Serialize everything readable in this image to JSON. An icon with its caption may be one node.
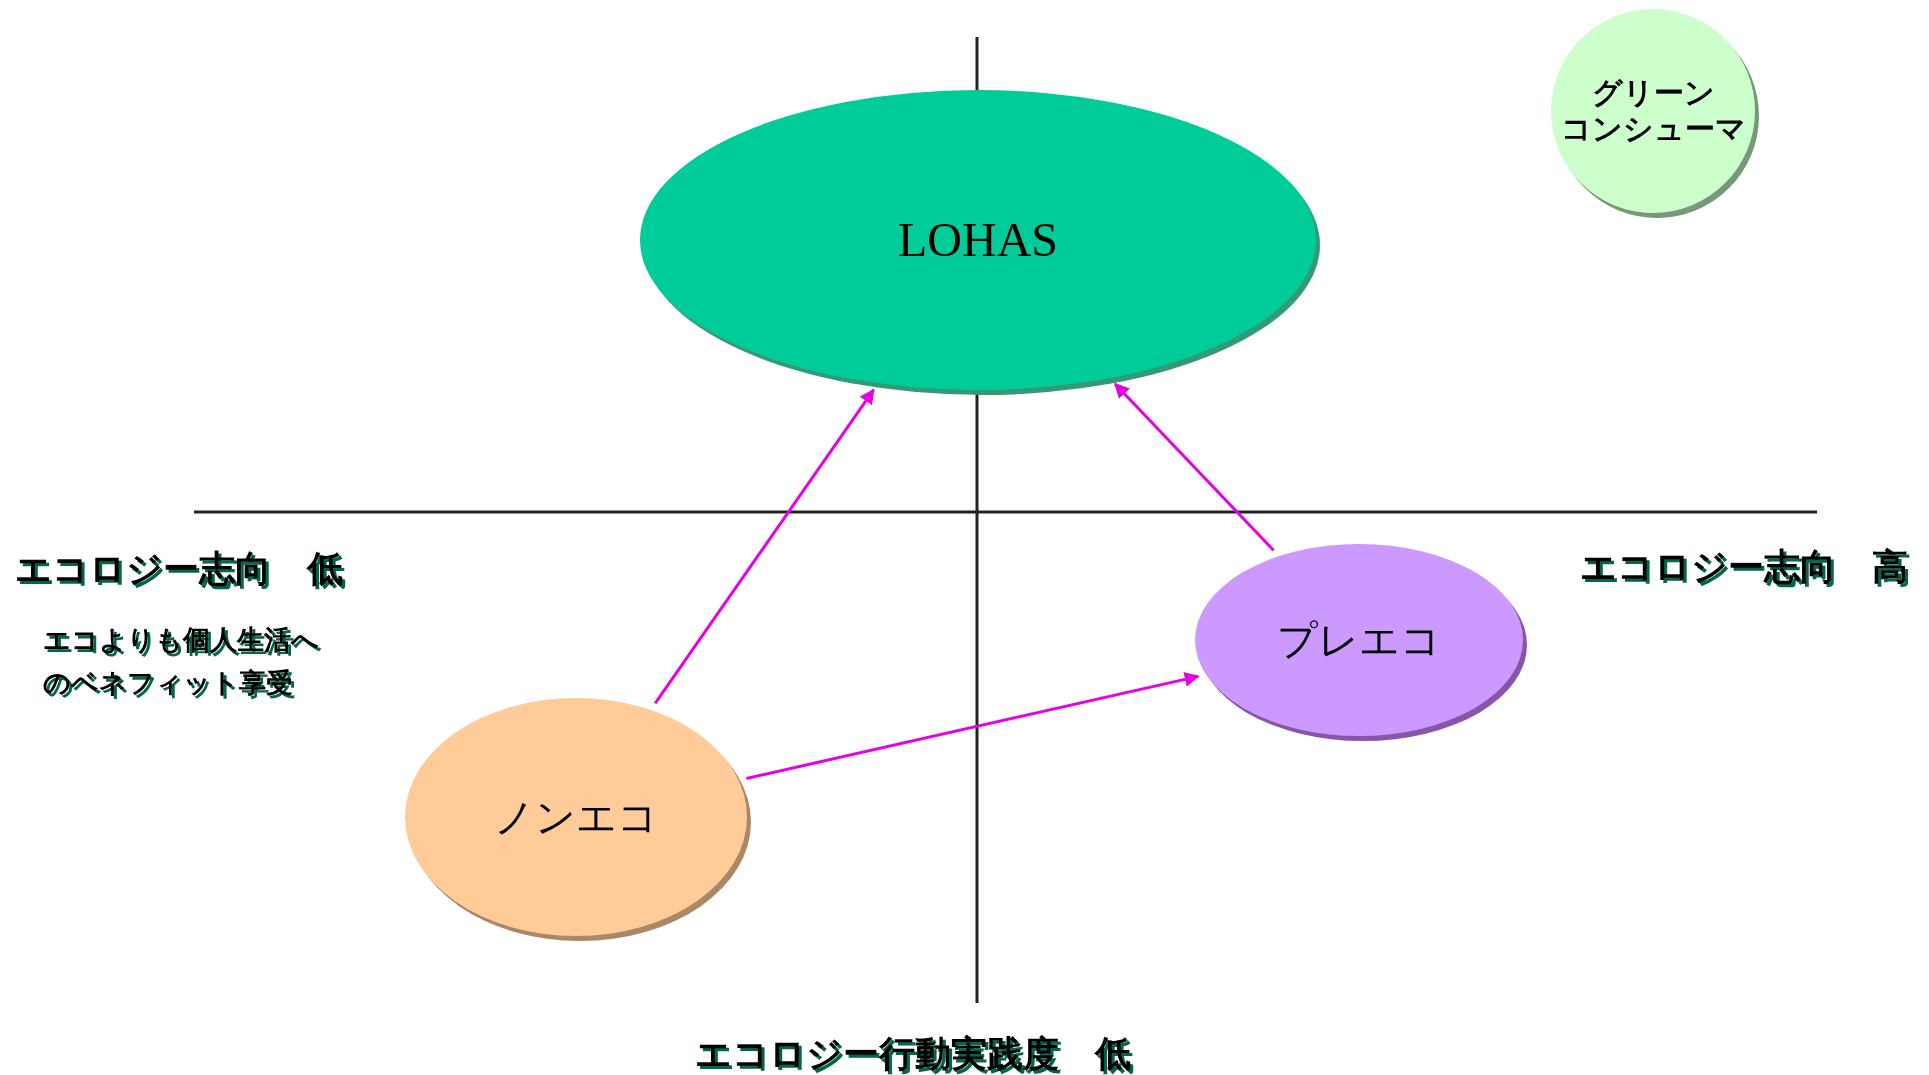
{
  "diagram": {
    "nodes": [
      {
        "text": [
          "LOHAS"
        ]
      },
      {
        "text": [
          "グリーンコンシューマ"
        ]
      },
      {
        "text": [
          "プレエコ"
        ]
      },
      {
        "text": [
          "ノンエコ"
        ]
      }
    ],
    "edges": [
      {
        "from": 3,
        "to": 0,
        "arrow": "to"
      },
      {
        "from": 2,
        "to": 0,
        "arrow": "to"
      },
      {
        "from": 3,
        "to": 2,
        "arrow": "to"
      }
    ],
    "labels": [
      "エコロジー志向　低",
      "エコロジー志向　高",
      "エコよりも個人生活へのベネフィット享受",
      "エコロジー行動実践度　低"
    ]
  }
}
